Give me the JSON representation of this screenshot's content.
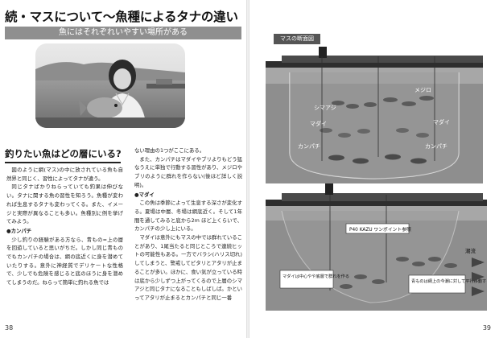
{
  "left_page": {
    "title": "続・マスについて〜魚種によるタナの違い",
    "subtitle": "魚にはそれぞれいやすい場所がある",
    "heading": "釣りたい魚はどの層にいる?",
    "column_left": [
      {
        "type": "p",
        "text": "図のように網(マス)の中に放されている魚も自然界と同じく、習性によってタナが違う。"
      },
      {
        "type": "p",
        "text": "同じタナばかりねらっていても釣果は伸びない。タナに関する魚の習性を知ろう。魚種が変われば生息するタナも変わってくる。また、イメージと実際が異なることも多い。魚種別に例を挙げてみよう。"
      },
      {
        "type": "sub",
        "text": "●カンパチ"
      },
      {
        "type": "p",
        "text": "少し釣りの経験がある方なら、青もの=上の層を回遊していると思いがちだ。しかし同じ青ものでもカンパチの場合は、網の底近くに身を潜めていたりする。意外に神経質でデリケートな性格で、少しでも危険を感じると底のほうに身を潜めてしまうのだ。ねらって簡単に釣れる魚では"
      }
    ],
    "column_right": [
      {
        "type": "p0",
        "text": "ない理由の1つがここにある。"
      },
      {
        "type": "p",
        "text": "また、カンパチはマダイやブリよりもどう猛なうえに単独で行動する習性があり、メジロやブリのように群れを作らない(後ほど詳しく説明)。"
      },
      {
        "type": "sub",
        "text": "●マダイ"
      },
      {
        "type": "p",
        "text": "この魚は季節によって生息する深さが変化する。夏場は中層、冬場は網底近く。そして1年間を通してみると底から2m ほど上くらいで、カンパチの少し上にいる。"
      },
      {
        "type": "p",
        "text": "マダイは意外にもマスの中では群れていることがあり、1尾当たると同じところで連続ヒットの可能性もある。一方でバラシ(ハリス切れ)してしまうと、警戒してピタリとアタリが止まることが多い。ほかに、食い気が立っている時は底から少しずつ上がってくるので上層のシマアジと同じタナになることもしばしば。かといってアタリが止まるとカンパチと同じ一番"
      }
    ],
    "page_number": "38"
  },
  "right_page": {
    "figure_tag": "マスの断面図",
    "fish_labels": {
      "shimaaji": "シマアジ",
      "mejiro": "メジロ",
      "madai": "マダイ",
      "kanpachi": "カンパチ"
    },
    "callouts": {
      "bait_pointer": "P40 KAZU ワンポイント参照",
      "madai_note": "マダイは中心やや底層で群れを作る",
      "school_note": "青ものは網上の今潮に対して平行移動する"
    },
    "current_label": "潮流",
    "page_number": "39"
  }
}
